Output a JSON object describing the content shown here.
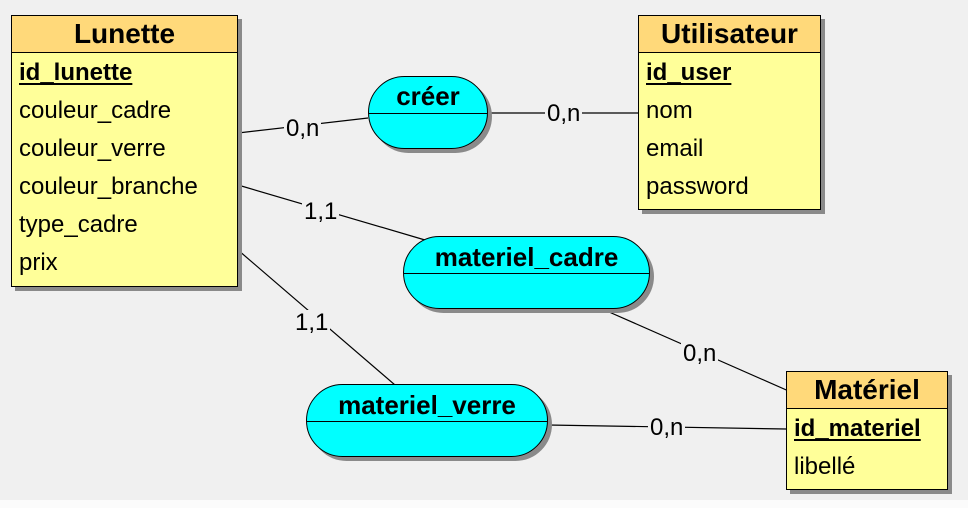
{
  "entities": {
    "lunette": {
      "name": "Lunette",
      "key": "id_lunette",
      "attributes": [
        "couleur_cadre",
        "couleur_verre",
        "couleur_branche",
        "type_cadre",
        "prix"
      ]
    },
    "utilisateur": {
      "name": "Utilisateur",
      "key": "id_user",
      "attributes": [
        "nom",
        "email",
        "password"
      ]
    },
    "materiel": {
      "name": "Matériel",
      "key": "id_materiel",
      "attributes": [
        "libellé"
      ]
    }
  },
  "associations": {
    "creer": "créer",
    "materiel_cadre": "materiel_cadre",
    "materiel_verre": "materiel_verre"
  },
  "cardinalities": {
    "lunette_creer": "0,n",
    "utilisateur_creer": "0,n",
    "lunette_materiel_cadre": "1,1",
    "materiel_materiel_cadre": "0,n",
    "lunette_materiel_verre": "1,1",
    "materiel_materiel_verre": "0,n"
  },
  "colors": {
    "entity_body": "#ffff99",
    "entity_header": "#ffd97a",
    "association": "#00ffff",
    "background": "#f0f0f0",
    "shadow": "#8a8a8a"
  }
}
